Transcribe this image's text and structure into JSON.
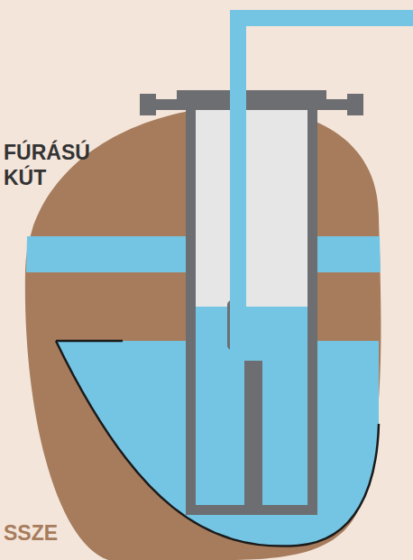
{
  "diagram": {
    "labels": [
      "FÚRÁSÚ",
      "KÚT",
      "SSZE"
    ]
  }
}
